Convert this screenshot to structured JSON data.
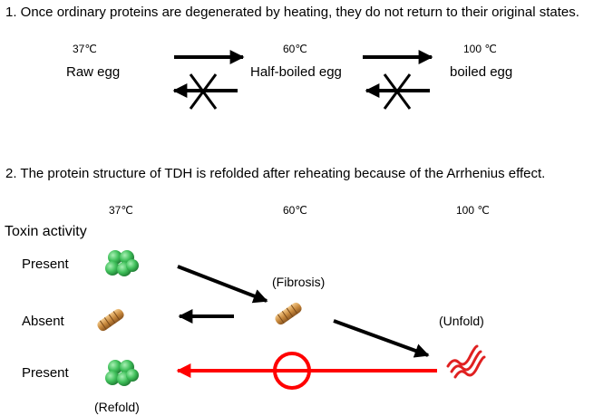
{
  "section1": {
    "heading": "1. Once ordinary proteins are degenerated by heating, they do not return to their original states.",
    "temps": [
      "37℃",
      "60℃",
      "100 ℃"
    ],
    "states": [
      "Raw egg",
      "Half-boiled egg",
      "boiled egg"
    ]
  },
  "section2": {
    "heading": "2. The protein structure of TDH is refolded after reheating because of the Arrhenius effect.",
    "temps": [
      "37℃",
      "60℃",
      "100 ℃"
    ],
    "toxin_activity_label": "Toxin activity",
    "rows": [
      "Present",
      "Absent",
      "Present"
    ],
    "annotations": {
      "fibrosis": "(Fibrosis)",
      "unfold": "(Unfold)",
      "refold": "(Refold)"
    }
  },
  "colors": {
    "refold_arrow": "#ff0000",
    "globular_protein": "#3fbf5a",
    "fibrous_protein": "#c98a3e",
    "unfolded_protein": "#e02020"
  }
}
